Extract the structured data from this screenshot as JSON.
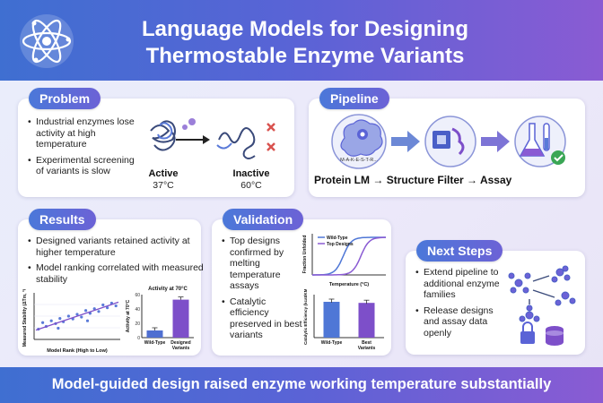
{
  "header": {
    "title_line1": "Language Models for Designing",
    "title_line2": "Thermostable Enzyme Variants"
  },
  "problem": {
    "tag": "Problem",
    "bullets": [
      "Industrial enzymes lose activity at high temperature",
      "Experimental screening of variants is slow"
    ],
    "active_label": "Active",
    "active_temp": "37°C",
    "inactive_label": "Inactive",
    "inactive_temp": "60°C"
  },
  "pipeline": {
    "tag": "Pipeline",
    "brain_text": "M-A-K-E-S-T-R...",
    "steps": [
      "Protein LM",
      "Structure Filter",
      "Assay"
    ]
  },
  "results": {
    "tag": "Results",
    "bullets": [
      "Designed variants retained activity at higher temperature",
      "Model ranking correlated with measured stability"
    ]
  },
  "validation": {
    "tag": "Validation",
    "bullets": [
      "Top designs confirmed by melting temperature assays",
      "Catalytic efficiency preserved in best variants"
    ]
  },
  "next_steps": {
    "tag": "Next Steps",
    "bullets": [
      "Extend pipeline to additional enzyme families",
      "Release designs and assay data openly"
    ]
  },
  "chart_data": [
    {
      "type": "scatter",
      "title": "",
      "xlabel": "Model Rank (High to Low)",
      "ylabel": "Measured Stability (ΔTm, °C)",
      "note": "positive trend with fitted line; individual point values not labeled",
      "grid": true
    },
    {
      "type": "bar",
      "title": "Activity at 70°C",
      "ylabel": "Activity at 70°C",
      "categories": [
        "Wild-Type",
        "Designed Variants"
      ],
      "values": [
        10,
        53
      ],
      "ylim": [
        0,
        60
      ],
      "ticks": [
        0,
        20,
        40,
        60
      ],
      "colors": [
        "#4f6fd1",
        "#7d4fc9"
      ]
    },
    {
      "type": "line",
      "xlabel": "Temperature (°C)",
      "ylabel": "Fraction Unfolded",
      "series": [
        {
          "name": "Wild-Type",
          "color": "#4f77d6"
        },
        {
          "name": "Top Designs",
          "color": "#8a5bd3"
        }
      ],
      "note": "sigmoidal melting curves; Top Designs shifted to higher temperature"
    },
    {
      "type": "bar",
      "ylabel": "Catalytic Efficiency (kcat/KM)",
      "categories": [
        "Wild-Type",
        "Best Variants"
      ],
      "values": [
        1.0,
        0.97
      ],
      "colors": [
        "#4f77d6",
        "#7d4fc9"
      ]
    }
  ],
  "footer": {
    "text": "Model-guided design raised enzyme working temperature substantially"
  },
  "colors": {
    "header_start": "#3f6fd1",
    "header_end": "#8a5bd3",
    "accent_purple": "#7d4fc9",
    "accent_blue": "#4f6fd1",
    "inactive_x": "#d9534f",
    "check_green": "#3aa655"
  }
}
